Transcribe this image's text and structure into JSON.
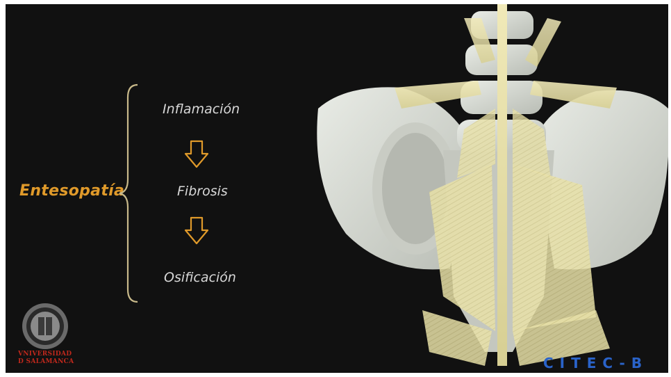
{
  "diagram": {
    "term": "Entesopatía",
    "steps": [
      "Inflamación",
      "Fibrosis",
      "Osificación"
    ]
  },
  "logo": {
    "line1": "VNIVERSIDAD",
    "line2": "D SALAMANCA"
  },
  "brand": "CITEC-B",
  "colors": {
    "background": "#111111",
    "accent": "#e09a2a",
    "step_text": "#d8d8d8",
    "logo_red": "#c0281c",
    "brand_blue": "#2a63c9"
  }
}
